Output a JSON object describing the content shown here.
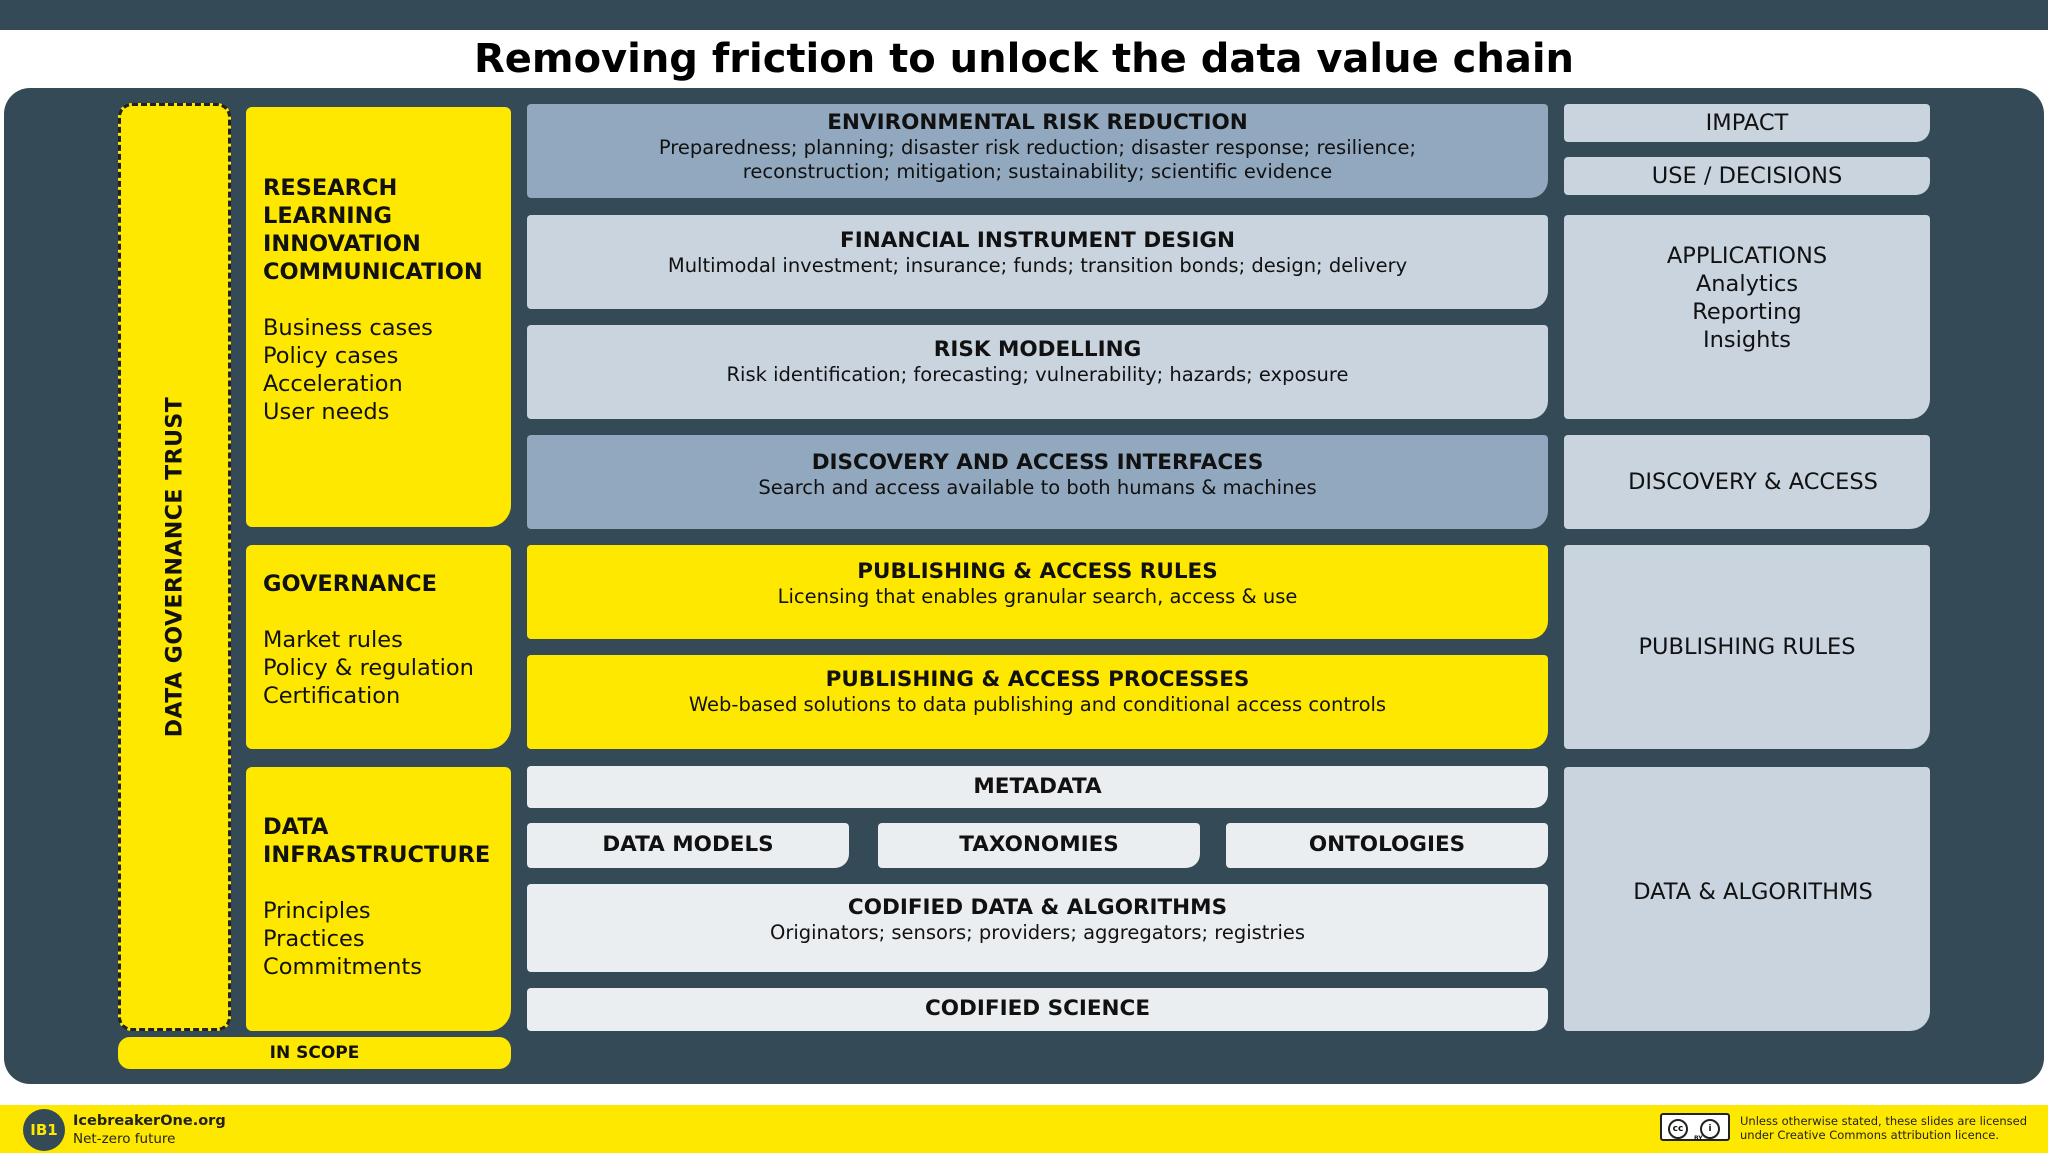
{
  "title": "Removing friction to unlock the data value chain",
  "vertical_label": "DATA GOVERNANCE TRUST",
  "left_boxes": [
    {
      "heading": "RESEARCH\nLEARNING\nINNOVATION\nCOMMUNICATION",
      "items": [
        "Business cases",
        "Policy cases",
        "Acceleration",
        "User needs"
      ]
    },
    {
      "heading": "GOVERNANCE",
      "items": [
        "Market rules",
        "Policy & regulation",
        "Certification"
      ]
    },
    {
      "heading": "DATA\nINFRASTRUCTURE",
      "items": [
        "Principles",
        "Practices",
        "Commitments"
      ]
    }
  ],
  "in_scope": "IN SCOPE",
  "rows": [
    {
      "title": "ENVIRONMENTAL RISK REDUCTION",
      "sub": "Preparedness; planning; disaster risk reduction; disaster response; resilience;",
      "sub2": "reconstruction; mitigation; sustainability; scientific evidence"
    },
    {
      "title": "FINANCIAL INSTRUMENT DESIGN",
      "sub": "Multimodal investment; insurance; funds; transition bonds; design; delivery"
    },
    {
      "title": "RISK MODELLING",
      "sub": "Risk identification; forecasting; vulnerability; hazards; exposure"
    },
    {
      "title": "DISCOVERY AND ACCESS INTERFACES",
      "sub": "Search and access available to both humans & machines"
    },
    {
      "title": "PUBLISHING & ACCESS RULES",
      "sub": "Licensing that enables granular search, access & use"
    },
    {
      "title": "PUBLISHING & ACCESS PROCESSES",
      "sub": "Web-based solutions to data publishing and conditional access controls"
    },
    {
      "title": "METADATA"
    },
    {
      "title": "CODIFIED DATA & ALGORITHMS",
      "sub": "Originators; sensors; providers; aggregators; registries"
    },
    {
      "title": "CODIFIED SCIENCE"
    }
  ],
  "data_row": [
    "DATA MODELS",
    "TAXONOMIES",
    "ONTOLOGIES"
  ],
  "right_boxes": {
    "impact": "IMPACT",
    "use": "USE / DECISIONS",
    "applications": [
      "APPLICATIONS",
      "Analytics",
      "Reporting",
      "Insights"
    ],
    "discovery": "DISCOVERY & ACCESS",
    "publishing": "PUBLISHING RULES",
    "data": "DATA & ALGORITHMS"
  },
  "footer": {
    "logo": "IB1",
    "org": "IcebreakerOne.org",
    "tagline": "Net-zero future",
    "cc_mark": "BY",
    "license_1": "Unless otherwise stated, these slides are licensed",
    "license_2": "under Creative Commons attribution licence."
  },
  "colors": {
    "panel": "#344b57",
    "yellow": "#ffe800",
    "steel_blue": "#91a8be",
    "light_blue": "#c9d4df",
    "pale_grey": "#ebeef1"
  }
}
